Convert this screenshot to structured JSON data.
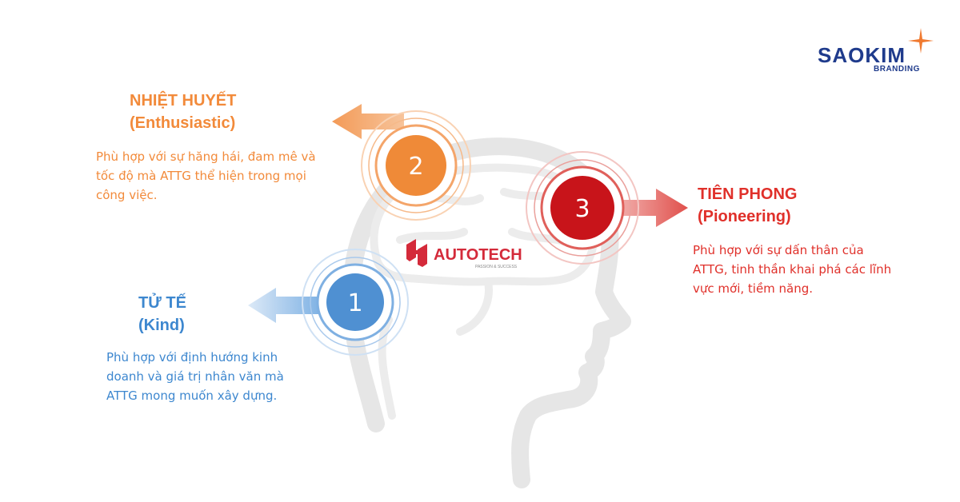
{
  "logo": {
    "name": "SAOKIM",
    "sub": "BRANDING",
    "color": "#1f3b8c",
    "star_color": "#f07a30"
  },
  "center_brand": {
    "name": "AUTOTECH",
    "tagline": "PASSION & SUCCESS",
    "color": "#d42a3a"
  },
  "head_outline_color": "#e6e6e6",
  "items": [
    {
      "number": "1",
      "title_vi": "TỬ TẾ",
      "title_en": "(Kind)",
      "desc": "Phù hợp với định hướng kinh doanh và giá trị nhân văn mà ATTG mong muốn xây dựng.",
      "color": "#3d87cf"
    },
    {
      "number": "2",
      "title_vi": "NHIỆT HUYẾT",
      "title_en": "(Enthusiastic)",
      "desc": "Phù hợp với sự hăng hái, đam mê và tốc độ mà ATTG thể hiện trong mọi công việc.",
      "color": "#f28a3a"
    },
    {
      "number": "3",
      "title_vi": "TIÊN PHONG",
      "title_en": "(Pioneering)",
      "desc": "Phù hợp với sự dấn thân của ATTG, tinh thần khai phá các lĩnh vực mới, tiềm năng.",
      "color": "#e0302a"
    }
  ]
}
